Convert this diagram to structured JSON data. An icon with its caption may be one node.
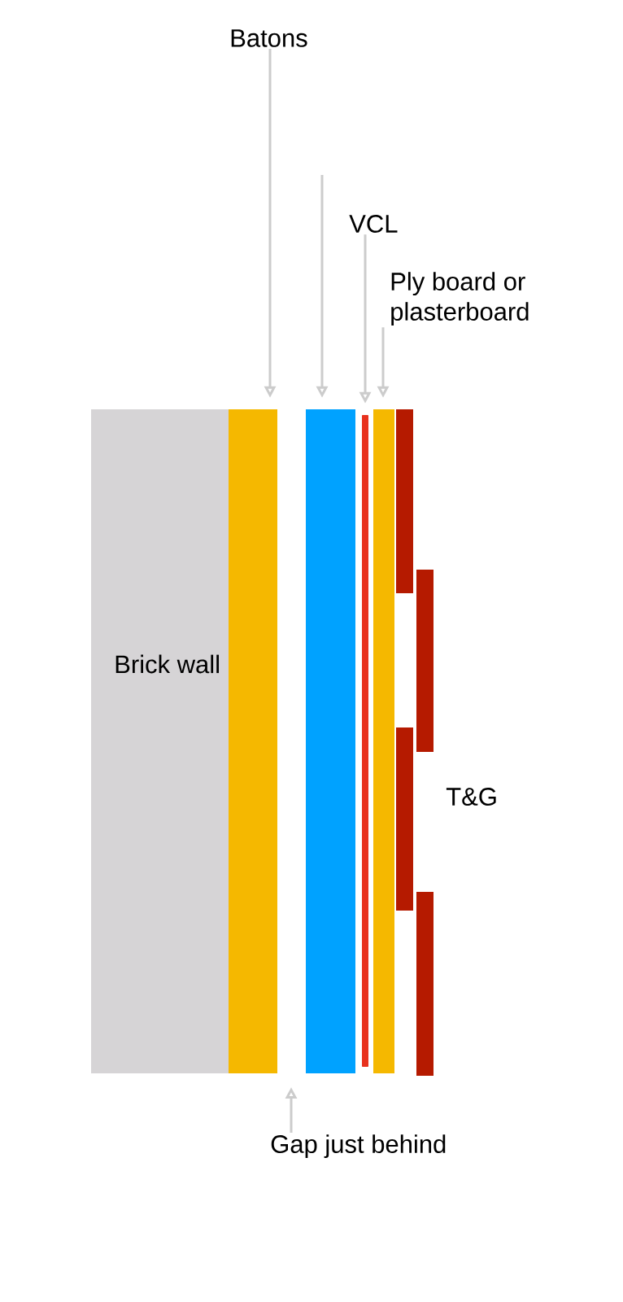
{
  "diagram": {
    "nodes": [
      {
        "text": [
          "Brick wall"
        ]
      },
      {
        "text": [
          "Batons"
        ]
      },
      {
        "text": [],
        "shape": "box"
      },
      {
        "text": [],
        "shape": "box"
      },
      {
        "text": [
          "VCL"
        ]
      },
      {
        "text": [],
        "shape": "bar"
      },
      {
        "text": [
          "Ply board or plasterboard"
        ]
      },
      {
        "text": [],
        "shape": "box"
      },
      {
        "text": [
          "Gap just behind"
        ]
      }
    ],
    "edges": [
      {
        "from": 1,
        "to": 2,
        "arrow": "to"
      },
      {
        "from": null,
        "to": 3,
        "arrow": "to"
      },
      {
        "from": 4,
        "to": 5,
        "arrow": "to"
      },
      {
        "from": 6,
        "to": 7,
        "arrow": "to"
      },
      {
        "from": 8,
        "to": null,
        "arrow": "to"
      }
    ],
    "labels": [
      "T&G"
    ]
  }
}
